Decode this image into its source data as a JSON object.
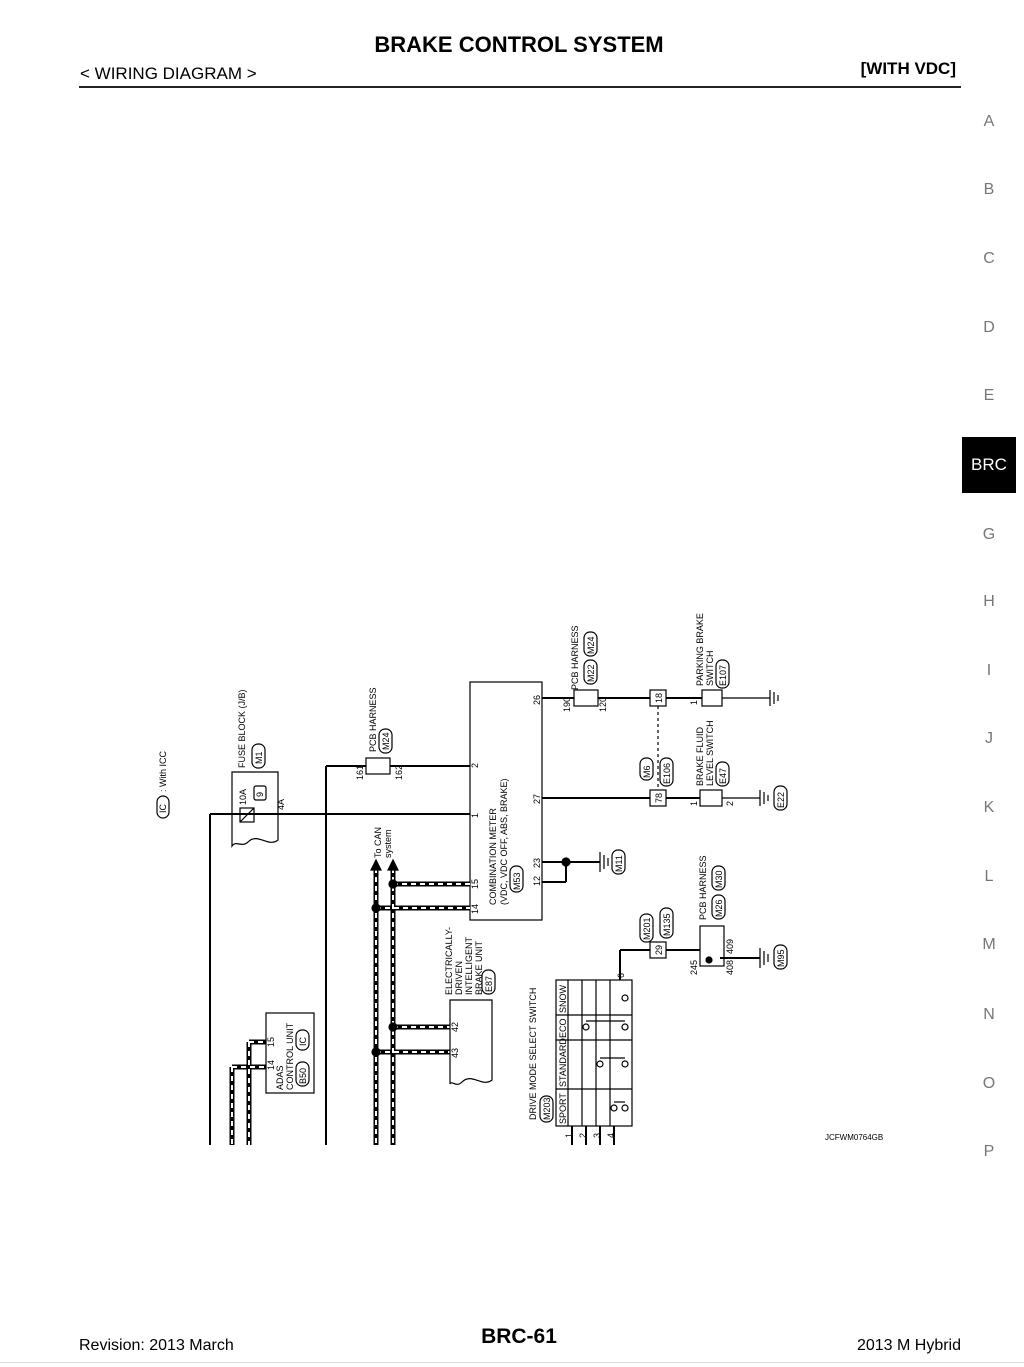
{
  "header": {
    "title": "BRAKE CONTROL SYSTEM",
    "section": "< WIRING DIAGRAM >",
    "variant": "[WITH VDC]"
  },
  "side_index": {
    "active": "BRC",
    "items": [
      "A",
      "B",
      "C",
      "D",
      "E",
      "BRC",
      "G",
      "H",
      "I",
      "J",
      "K",
      "L",
      "M",
      "N",
      "O",
      "P"
    ]
  },
  "diagram": {
    "ic_note_symbol": "IC",
    "ic_note": ": With ICC",
    "fuse_block": {
      "label": "FUSE BLOCK (J/B)",
      "connector": "M1",
      "fuse": "10A",
      "fuse_no": "9",
      "terminal": "4A"
    },
    "pcb_harness_1": {
      "label": "PCB HARNESS",
      "connector": "M24",
      "pins": [
        "161",
        "162"
      ]
    },
    "pcb_harness_2": {
      "label": "PCB HARNESS",
      "connectors": [
        "M22",
        "M24"
      ],
      "pins": [
        "190",
        "120"
      ]
    },
    "pcb_harness_3": {
      "label": "PCB HARNESS",
      "connectors": [
        "M26",
        "M30"
      ],
      "pins": [
        "245",
        "408",
        "409"
      ]
    },
    "combination_meter": {
      "line1": "COMBINATION METER",
      "line2": "(VDC, VDC OFF, ABS, BRAKE)",
      "connector": "M53",
      "pins": [
        "2",
        "1",
        "26",
        "27",
        "23",
        "12",
        "15",
        "14"
      ]
    },
    "to_can_line1": "To CAN",
    "to_can_line2": "system",
    "parking_brake": {
      "line1": "PARKING BRAKE",
      "line2": "SWITCH",
      "connector": "E107",
      "pin": "1"
    },
    "brake_fluid": {
      "line1": "BRAKE FLUID",
      "line2": "LEVEL SWITCH",
      "connector": "E47",
      "pins": [
        "1",
        "2"
      ],
      "ground": "E22"
    },
    "joint_18": "18",
    "joint_78": "78",
    "joint_connectors": [
      "M6",
      "E106"
    ],
    "ground_m11": "M11",
    "ground_m95": "M95",
    "brake_unit": {
      "line1": "ELECTRICALLY-",
      "line2": "DRIVEN",
      "line3": "INTELLIGENT",
      "line4": "BRAKE UNIT",
      "connector": "E87",
      "pins": [
        "42",
        "43"
      ]
    },
    "adas": {
      "line1": "ADAS",
      "line2": "CONTROL UNIT",
      "connector": "B50",
      "ic": "IC",
      "pins": [
        "14",
        "15"
      ]
    },
    "drive_mode": {
      "label": "DRIVE MODE SELECT SWITCH",
      "connector": "M203",
      "modes": [
        "SPORT",
        "STANDARD",
        "ECO",
        "SNOW"
      ],
      "pins": [
        "1",
        "2",
        "3",
        "4"
      ],
      "pin_6": "6"
    },
    "joint_29": "29",
    "joint_29_connectors": [
      "M201",
      "M135"
    ],
    "figure_code": "JCFWM0764GB"
  },
  "footer": {
    "revision": "Revision: 2013 March",
    "page": "BRC-61",
    "model": "2013 M Hybrid"
  }
}
